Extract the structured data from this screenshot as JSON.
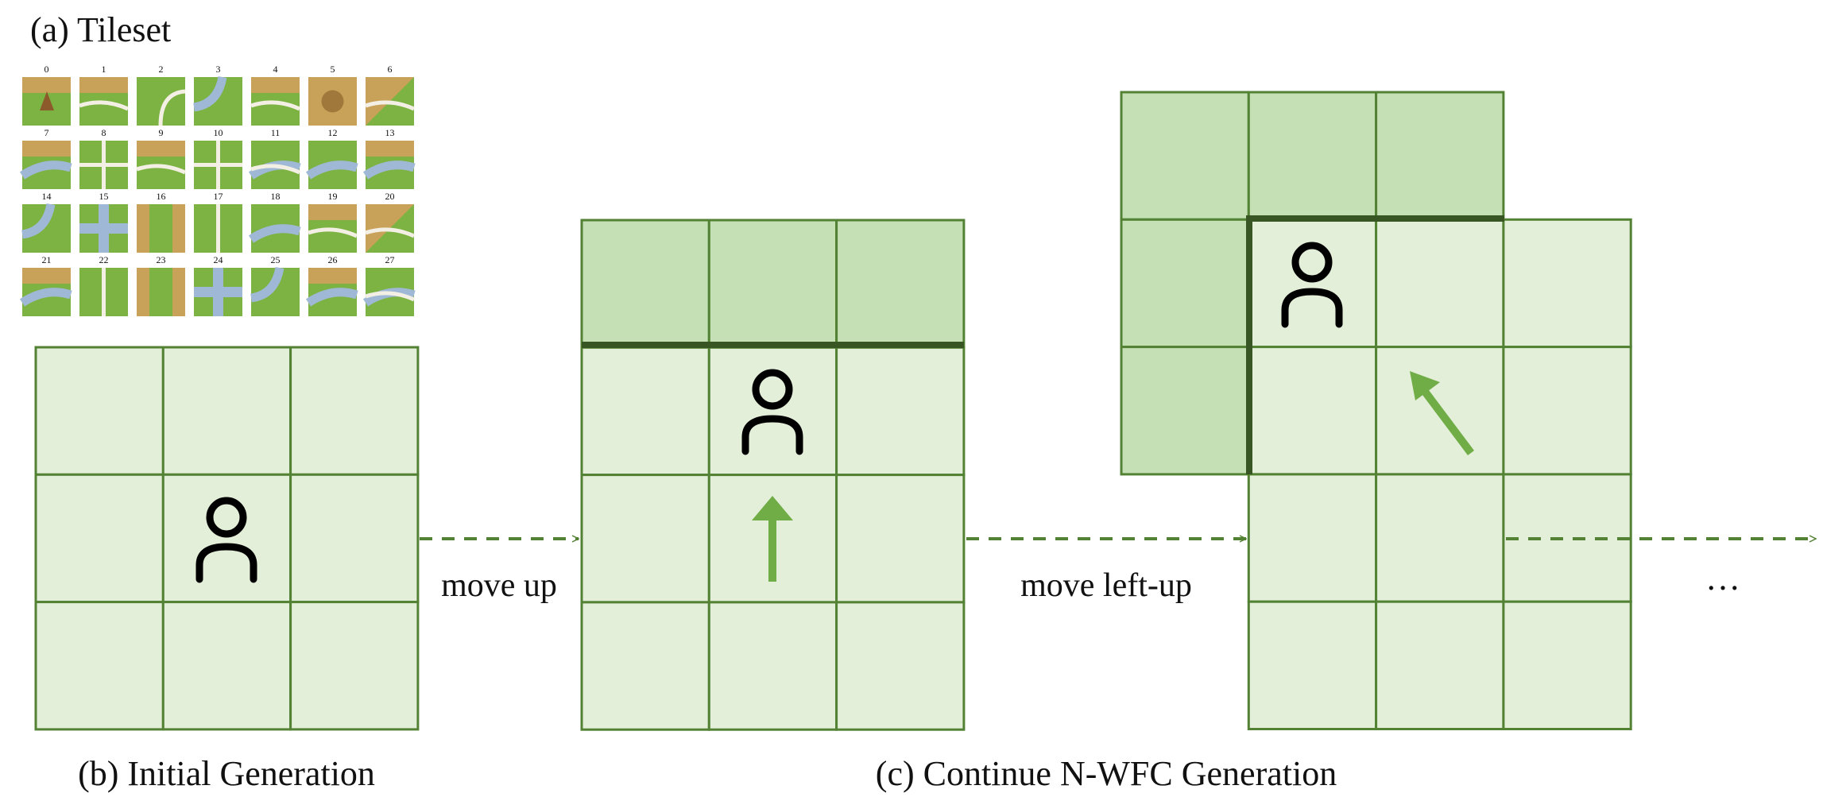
{
  "captions": {
    "tileset": "(a) Tileset",
    "initial": "(b) Initial Generation",
    "continue": "(c) Continue N-WFC Generation"
  },
  "moves": {
    "first": "move up",
    "second": "move left-up"
  },
  "ellipsis": "…",
  "tiles": [
    {
      "num": "0",
      "variant": "castle-tower"
    },
    {
      "num": "1",
      "variant": "road-castle"
    },
    {
      "num": "2",
      "variant": "road-curve"
    },
    {
      "num": "3",
      "variant": "river-curve"
    },
    {
      "num": "4",
      "variant": "castle-road"
    },
    {
      "num": "5",
      "variant": "castle-full"
    },
    {
      "num": "6",
      "variant": "road-castle-corner"
    },
    {
      "num": "7",
      "variant": "castle-river"
    },
    {
      "num": "8",
      "variant": "road-cross"
    },
    {
      "num": "9",
      "variant": "road-castle"
    },
    {
      "num": "10",
      "variant": "road-cross"
    },
    {
      "num": "11",
      "variant": "river-road"
    },
    {
      "num": "12",
      "variant": "river-straight"
    },
    {
      "num": "13",
      "variant": "castle-river"
    },
    {
      "num": "14",
      "variant": "river-curve"
    },
    {
      "num": "15",
      "variant": "river-cross"
    },
    {
      "num": "16",
      "variant": "castle-sides"
    },
    {
      "num": "17",
      "variant": "road-straight"
    },
    {
      "num": "18",
      "variant": "river-straight"
    },
    {
      "num": "19",
      "variant": "castle-road"
    },
    {
      "num": "20",
      "variant": "road-castle-corner"
    },
    {
      "num": "21",
      "variant": "river-castle"
    },
    {
      "num": "22",
      "variant": "road-straight"
    },
    {
      "num": "23",
      "variant": "castle-sides"
    },
    {
      "num": "24",
      "variant": "river-cross"
    },
    {
      "num": "25",
      "variant": "river-curve"
    },
    {
      "num": "26",
      "variant": "river-castle"
    },
    {
      "num": "27",
      "variant": "river-road"
    }
  ],
  "colors": {
    "grass": "#7cb342",
    "field": "#c9a25a",
    "road": "#f3efe4",
    "river": "#9fb8d6",
    "cell_light": "#e3efd8",
    "cell_dark": "#c5e0b5",
    "grid_line": "#548235",
    "boundary": "#375623",
    "arrow": "#70ad47",
    "dashed": "#548235"
  }
}
